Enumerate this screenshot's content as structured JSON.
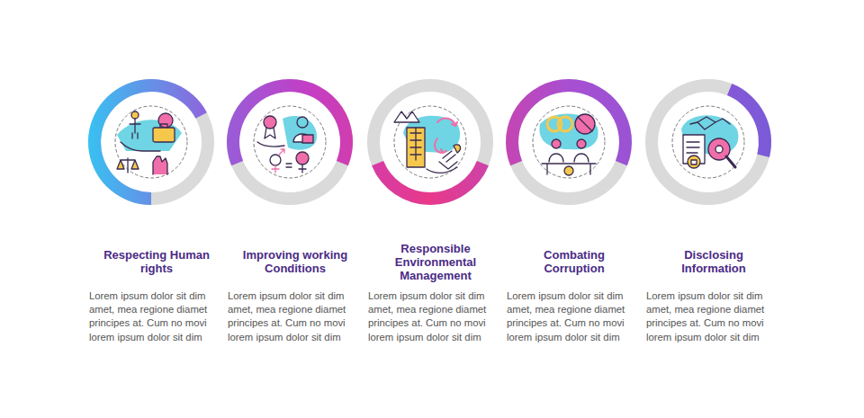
{
  "diagram": {
    "nodes": [
      {
        "text": [
          "Respecting Human rights",
          "Lorem ipsum dolor sit dim amet, mea regione diamet principes at. Cum no movi lorem ipsum dolor sit dim"
        ]
      },
      {
        "text": [
          "Improving working Conditions",
          "Lorem ipsum dolor sit dim amet, mea regione diamet principes at. Cum no movi lorem ipsum dolor sit dim"
        ]
      },
      {
        "text": [
          "Responsible Environmental Management",
          "Lorem ipsum dolor sit dim amet, mea regione diamet principes at. Cum no movi lorem ipsum dolor sit dim"
        ]
      },
      {
        "text": [
          "Combating Corruption",
          "Lorem ipsum dolor sit dim amet, mea regione diamet principes at. Cum no movi lorem ipsum dolor sit dim"
        ]
      },
      {
        "text": [
          "Disclosing Information",
          "Lorem ipsum dolor sit dim amet, mea regione diamet principes at. Cum no movi lorem ipsum dolor sit dim"
        ]
      }
    ]
  }
}
